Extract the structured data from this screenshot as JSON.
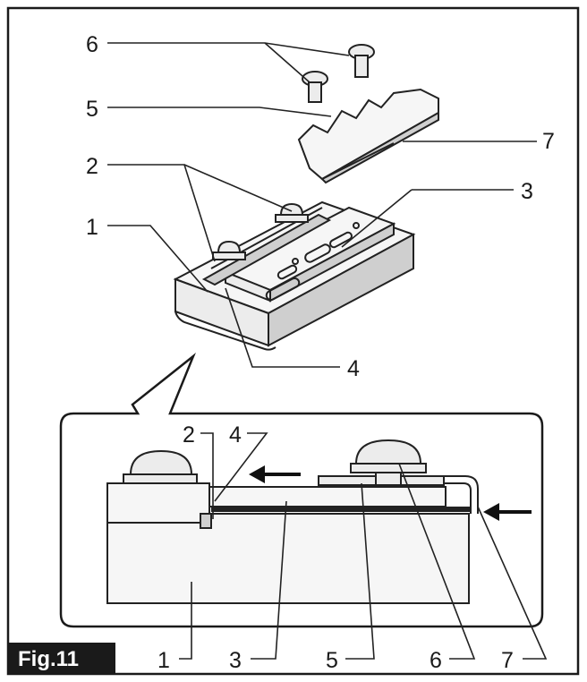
{
  "figure": {
    "badge": "Fig.11",
    "callouts": {
      "c1": "1",
      "c2": "2",
      "c3": "3",
      "c4": "4",
      "c5": "5",
      "c6": "6",
      "c7": "7"
    }
  }
}
